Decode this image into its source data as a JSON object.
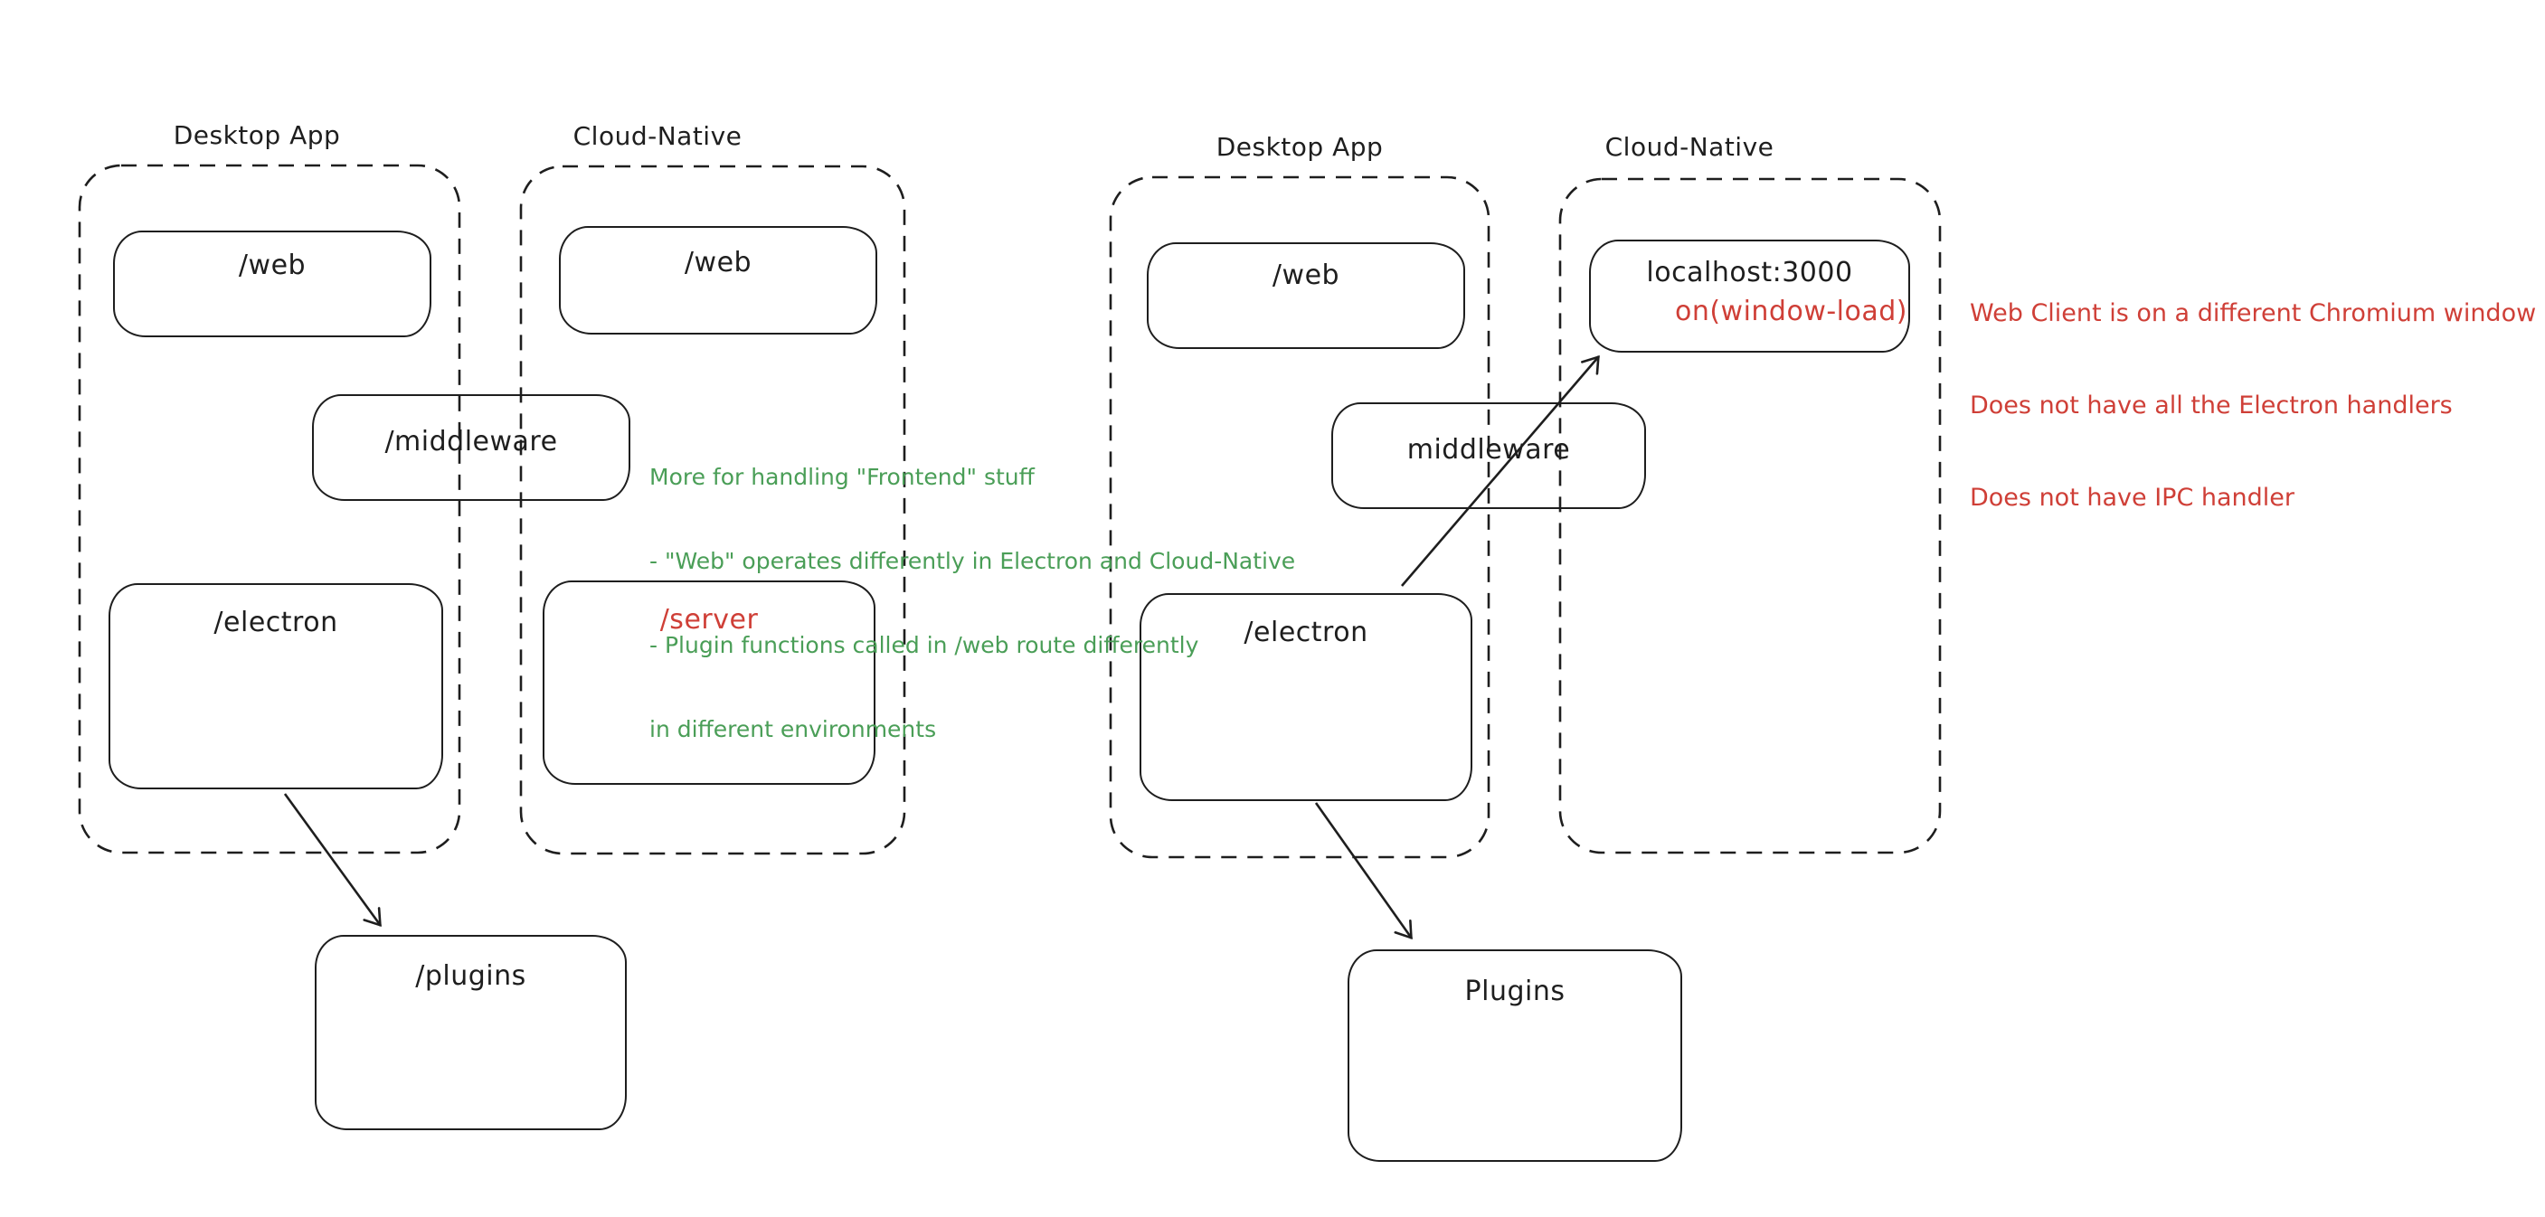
{
  "colors": {
    "ink": "#1e1e1e",
    "red": "#cf3f37",
    "green": "#4a9e57",
    "background": "#ffffff"
  },
  "left_diagram": {
    "desktop_container_label": "Desktop App",
    "cloud_container_label": "Cloud-Native",
    "desktop_web_box": "/web",
    "cloud_web_box": "/web",
    "middleware_box": "/middleware",
    "electron_box": "/electron",
    "server_box": "/server",
    "plugins_box": "/plugins",
    "annotation": {
      "color_name": "green",
      "lines": [
        "More for handling \"Frontend\" stuff",
        "- \"Web\" operates differently in Electron and Cloud-Native",
        "- Plugin functions called in /web route differently",
        "in different environments"
      ]
    }
  },
  "right_diagram": {
    "desktop_container_label": "Desktop App",
    "cloud_container_label": "Cloud-Native",
    "desktop_web_box": "/web",
    "localhost_box_title": "localhost:3000",
    "localhost_box_subtitle": "on(window-load)",
    "middleware_box": "middleware",
    "electron_box": "/electron",
    "plugins_box": "Plugins",
    "annotation": {
      "color_name": "red",
      "lines": [
        "Web Client is on a different Chromium window",
        "Does not have all the Electron handlers",
        "Does not have IPC handler"
      ]
    }
  }
}
